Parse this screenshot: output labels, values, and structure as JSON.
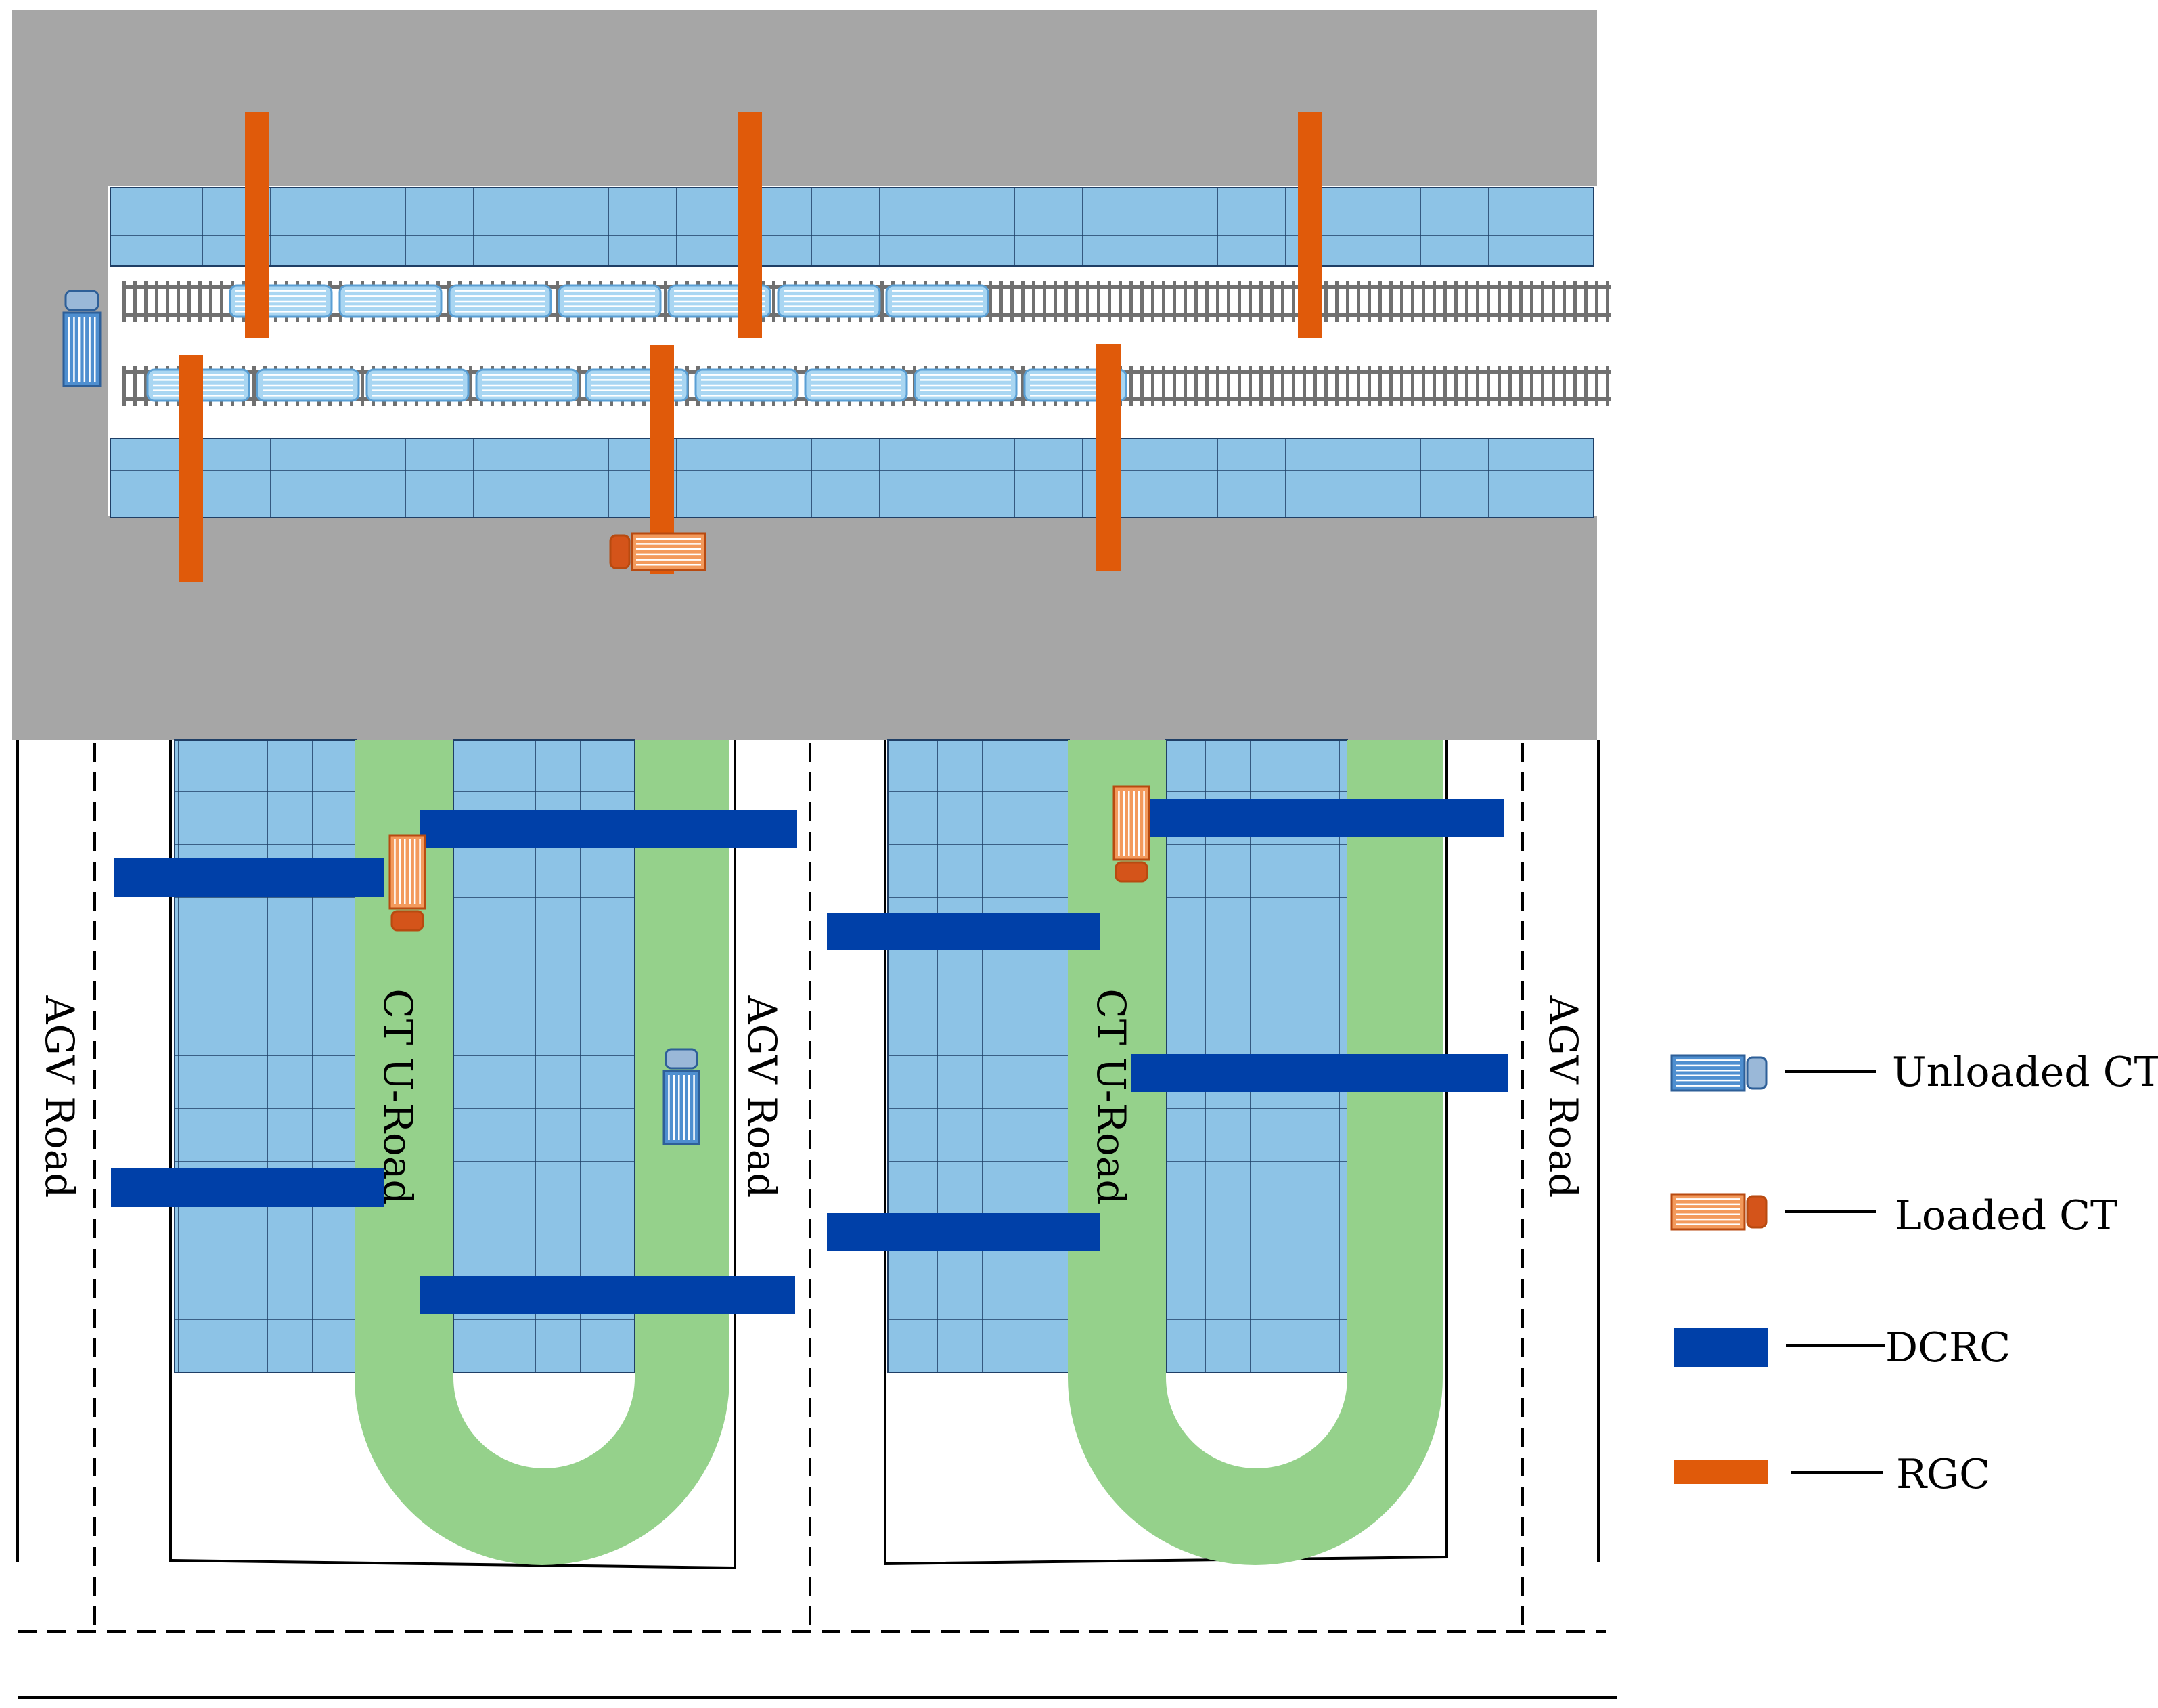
{
  "labels": {
    "agv_road": "AGV Road",
    "ct_u_road": "CT U-Road"
  },
  "legend": [
    {
      "key": "unloaded_ct",
      "label": "Unloaded CT",
      "icon": "unloaded-truck-icon"
    },
    {
      "key": "loaded_ct",
      "label": "Loaded CT",
      "icon": "loaded-truck-icon"
    },
    {
      "key": "dcrc",
      "label": "DCRC",
      "icon": "dcrc-swatch-icon"
    },
    {
      "key": "rgc",
      "label": "RGC",
      "icon": "rgc-swatch-icon"
    }
  ],
  "colors": {
    "rail_yard": "#a6a6a6",
    "container_block": "#8dc3e6",
    "grid_line": "#1f3f66",
    "u_road": "#95d18b",
    "rgc": "#e05a0a",
    "dcrc": "#0040a8",
    "rail": "#707070",
    "wagon": "#a9d6f2",
    "loaded_truck": "#f39a5c",
    "unloaded_truck": "#4f8fd0"
  }
}
